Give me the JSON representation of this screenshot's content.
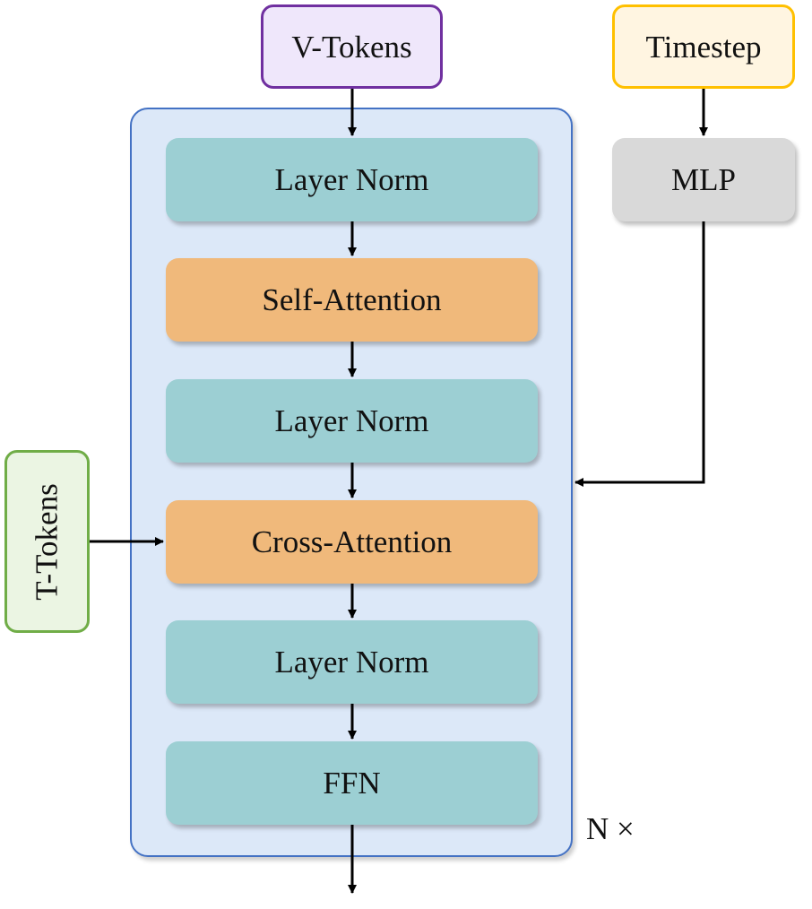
{
  "inputs": {
    "v_tokens": "V-Tokens",
    "timestep": "Timestep",
    "t_tokens": "T-Tokens"
  },
  "timestep_mlp": "MLP",
  "block": {
    "layer_norm_1": "Layer Norm",
    "self_attention": "Self-Attention",
    "layer_norm_2": "Layer Norm",
    "cross_attention": "Cross-Attention",
    "layer_norm_3": "Layer Norm",
    "ffn": "FFN",
    "repeat": "N ×"
  },
  "colors": {
    "v_tokens_fill": "#efe7fb",
    "v_tokens_border": "#7030a0",
    "timestep_fill": "#fff5e1",
    "timestep_border": "#ffc000",
    "t_tokens_fill": "#ebf5e3",
    "t_tokens_border": "#70ad47",
    "mlp_fill": "#d9d9d9",
    "container_fill": "#dce8f8",
    "container_border": "#4472c4",
    "layer_norm_fill": "#9ccfd3",
    "attention_fill": "#f0b97b",
    "arrow": "#000000"
  }
}
